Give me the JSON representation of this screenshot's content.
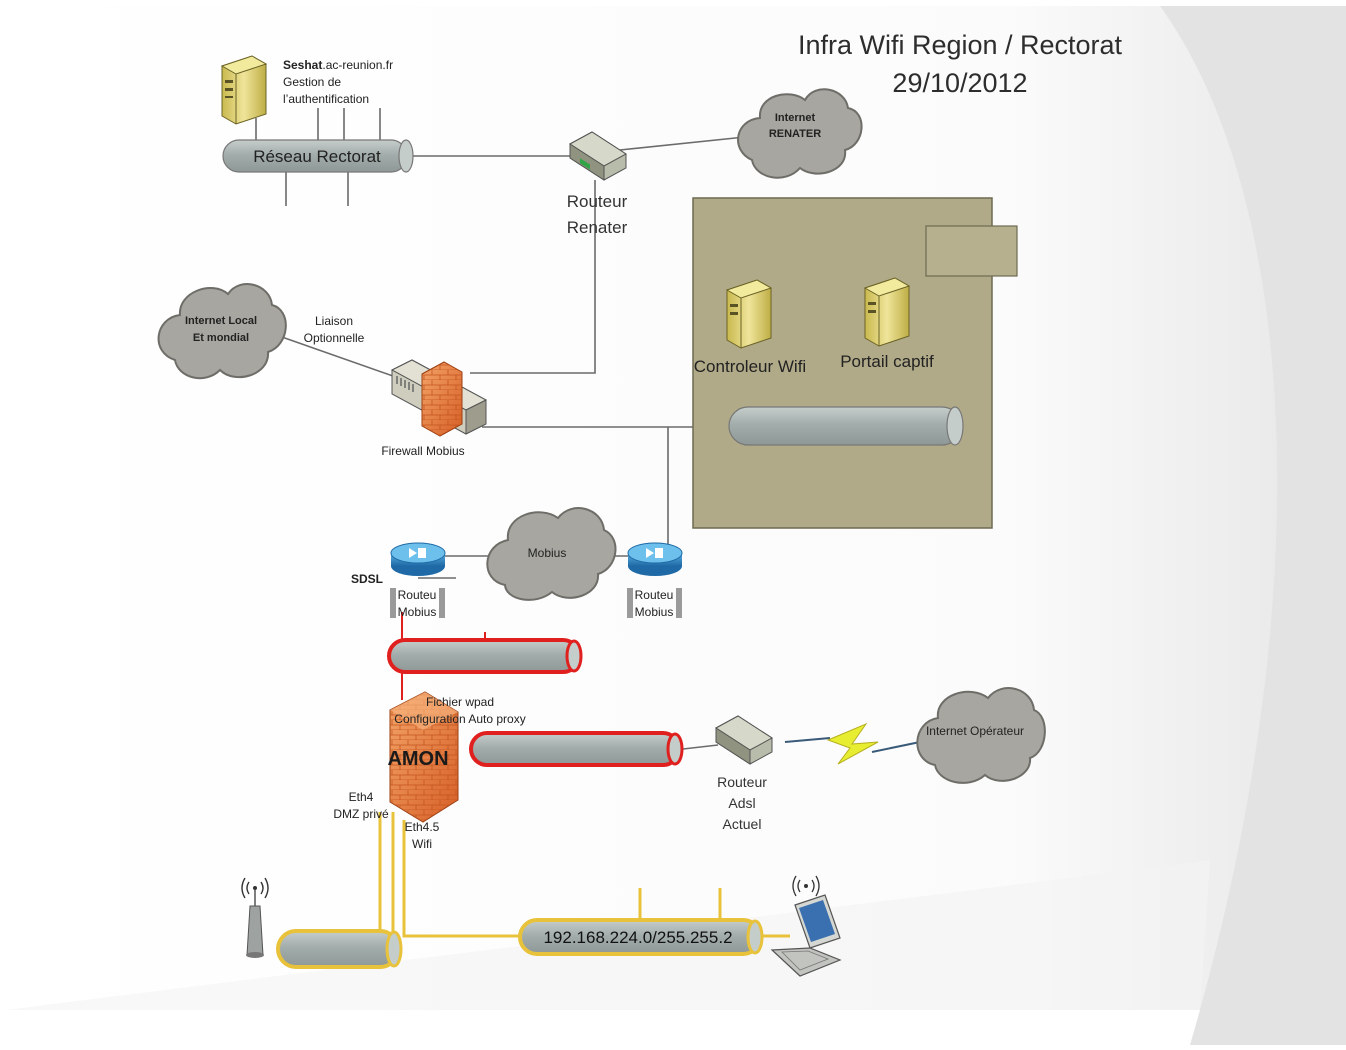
{
  "title": {
    "line1": "Infra Wifi Region / Rectorat",
    "line2": "29/10/2012"
  },
  "seshat": {
    "host_bold": "Seshat",
    "host_rest": ".ac-reunion.fr",
    "line2": "Gestion de",
    "line3": "l’authentification"
  },
  "reseau_rectorat": "Réseau Rectorat",
  "internet_renater": {
    "line1": "Internet",
    "line2": "RENATER"
  },
  "routeur_renater": {
    "line1": "Routeur",
    "line2": "Renater"
  },
  "internet_local": {
    "line1": "Internet Local",
    "line2": "Et mondial"
  },
  "liaison": {
    "line1": "Liaison",
    "line2": "Optionnelle"
  },
  "firewall_mobius": "Firewall Mobius",
  "controleur_wifi": "Controleur Wifi",
  "portail_captif": "Portail captif",
  "mobius_cloud": "Mobius",
  "sdsl": "SDSL",
  "routeur_mobius_left": {
    "line1": "Routeu",
    "line2": "Mobius"
  },
  "routeur_mobius_right": {
    "line1": "Routeu",
    "line2": "Mobius"
  },
  "wpad": {
    "line1": "Fichier wpad",
    "line2": "Configuration Auto proxy"
  },
  "amon": "AMON",
  "internet_operateur": "Internet Opérateur",
  "routeur_adsl": {
    "line1": "Routeur",
    "line2": "Adsl",
    "line3": "Actuel"
  },
  "eth4": {
    "line1": "Eth4",
    "line2": "DMZ privé"
  },
  "eth45": {
    "line1": "Eth4.5",
    "line2": "Wifi"
  },
  "wifi_network": "192.168.224.0/255.255.2",
  "colors": {
    "pipe_fill": "#a9b3b1",
    "red_link": "#e0201e",
    "yellow_link": "#e8c23a",
    "olive_box": "#b0aa88",
    "cloud": "#a7a6a0",
    "firewall": "#e4773a",
    "router_blue": "#2f86c4",
    "server": "#e3d67a"
  }
}
